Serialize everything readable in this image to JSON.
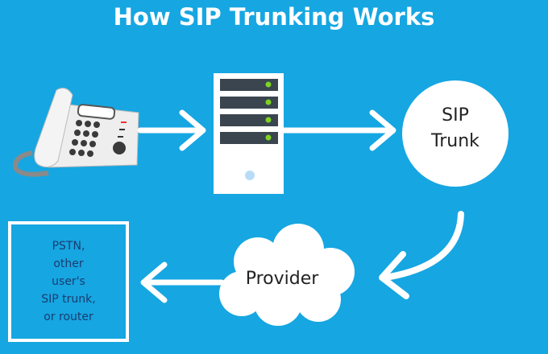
{
  "title": "How SIP Trunking Works",
  "nodes": {
    "phone": {
      "icon": "desk-phone-icon"
    },
    "server": {
      "icon": "server-icon"
    },
    "sip_trunk": {
      "lines": [
        "SIP",
        "Trunk"
      ]
    },
    "provider": {
      "label": "Provider"
    },
    "destination": {
      "lines": [
        "PSTN,",
        "other",
        "user's",
        "SIP trunk,",
        "or router"
      ]
    }
  },
  "colors": {
    "background": "#16a6e2",
    "foreground": "#ffffff",
    "led": "#7ed321",
    "box_text": "#1b3c6e"
  }
}
